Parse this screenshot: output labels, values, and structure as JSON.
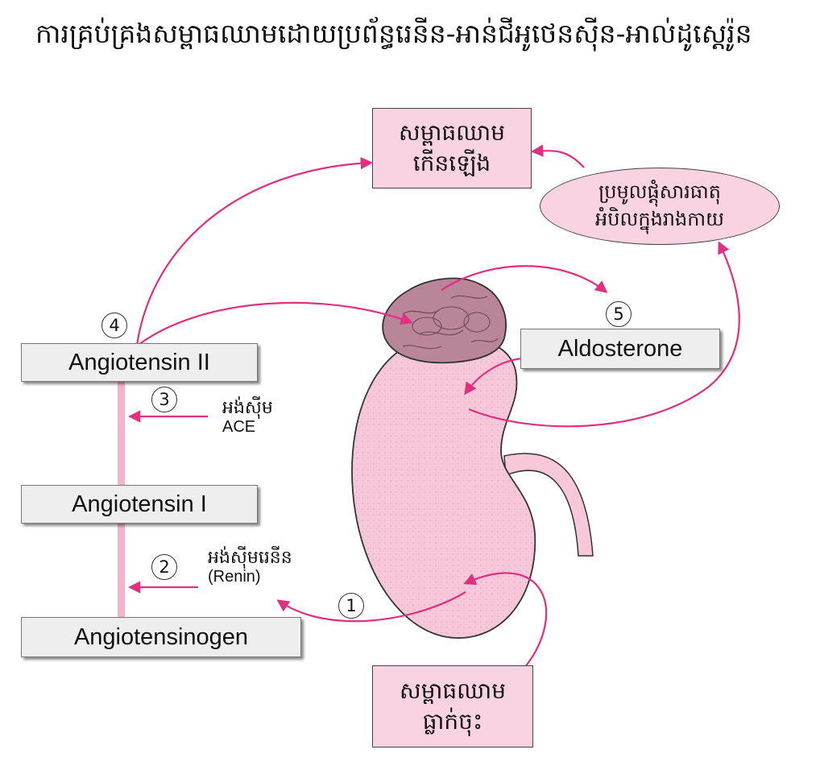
{
  "title": "ការគ្រប់គ្រងសម្ពាធឈាមដោយប្រព័ន្ធរេនីន-អាន់ជីអូថេនស៊ីន-អាល់ដូស្តេរ៉ូន",
  "boxes": {
    "angiotensin_ii": "Angiotensin II",
    "angiotensin_i": "Angiotensin I",
    "angiotensinogen": "Angiotensinogen",
    "aldosterone": "Aldosterone"
  },
  "bp_up": {
    "line1": "សម្ពាធឈាម",
    "line2": "កើនឡើង"
  },
  "bp_down": {
    "line1": "សម្ពាធឈាម",
    "line2": "ធ្លាក់ចុះ"
  },
  "sodium": {
    "line1": "ប្រមូលផ្តុំសារធាតុ",
    "line2": "អំបិលក្នុងរាងកាយ"
  },
  "enzymes": {
    "ace": {
      "kh": "អង់ស៊ីម",
      "en": "ACE"
    },
    "renin": {
      "kh": "អង់ស៊ីមរេនីន",
      "en": "(Renin)"
    }
  },
  "steps": [
    "1",
    "2",
    "3",
    "4",
    "5"
  ],
  "colors": {
    "arrow": "#e0307f",
    "organ": "#f7c8da",
    "gland": "#b98599",
    "bar": "#f3b3cb"
  }
}
